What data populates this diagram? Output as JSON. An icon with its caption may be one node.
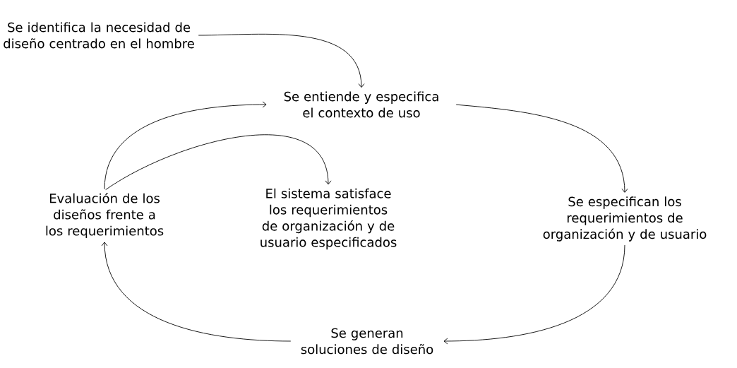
{
  "diagram": {
    "nodes": [
      {
        "text": [
          "Se identifica la necesidad de diseño centrado en el hombre"
        ]
      },
      {
        "text": [
          "Se entiende y especifica el contexto de uso"
        ]
      },
      {
        "text": [
          "El sistema satisface los requerimientos de organización y de usuario especificados"
        ]
      },
      {
        "text": [
          "Evaluación de los diseños frente a los requerimientos"
        ]
      },
      {
        "text": [
          "Se especifican los requerimientos de organización y de usuario"
        ]
      },
      {
        "text": [
          "Se generan soluciones de diseño"
        ]
      }
    ],
    "edges": [
      {
        "from": 0,
        "to": 1,
        "arrow": "to"
      },
      {
        "from": 1,
        "to": 4,
        "arrow": "to"
      },
      {
        "from": 4,
        "to": 5,
        "arrow": "to"
      },
      {
        "from": 5,
        "to": 3,
        "arrow": "to"
      },
      {
        "from": 3,
        "to": 1,
        "arrow": "to"
      },
      {
        "from": 3,
        "to": 2,
        "arrow": "to"
      }
    ]
  }
}
